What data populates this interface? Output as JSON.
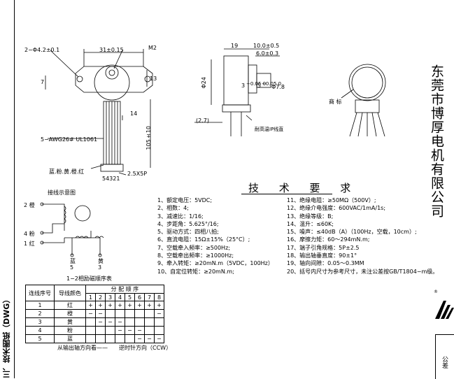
{
  "side_title": "三、技术图纸（DWG）",
  "company": "东莞市博厚电机有限公司",
  "footer_box": "公差",
  "dims": {
    "hole": "2−Φ4.2±0.1",
    "width": "31±0.15",
    "m2": "M2",
    "seven": "7",
    "thirteen": "13",
    "fourteen": "14",
    "wire": "5−AWG26# UL1061",
    "len": "105±10",
    "colors": "蓝.粉.黄.橙.红",
    "pitch": "2.5X5P",
    "pins": "54321",
    "d19": "19",
    "d10": "10.0±0.5",
    "d6": "6.0±0.3",
    "d24": "Φ24",
    "d27": "(2.7)",
    "d78": "Φ7.8",
    "d3": "3",
    "d3tol": "−0.05 0",
    "d5": "5",
    "d5tol": "−0.05 0",
    "fit": "耐高温IP线直",
    "label": "商 标"
  },
  "wiring": {
    "title": "接线示意图",
    "n2": "2 橙",
    "n4": "4 粉",
    "n1": "1 红",
    "blue": "蓝",
    "blue_n": "5",
    "yellow": "黄",
    "yellow_n": "3"
  },
  "requirements": {
    "title": "技 术 要 求",
    "left": [
      "1、额定电压：5VDC;",
      "2、相数：4;",
      "3、减速比：1/16;",
      "4、步距角：5.625°/16;",
      "5、驱动方式：四相八拍;",
      "6、直流电阻：15Ω±15%（25°C）;",
      "7、空载牵入频率：≥500Hz;",
      "8、空载牵出频率：≥1000Hz;",
      "9、牵入转矩：≥20mN.m（5VDC，100Hz）",
      "10、自定位转矩：≥20mN.m;"
    ],
    "right": [
      "11、绝缘电阻：≥50MΩ（500V）;",
      "12、绝缘介电强度：600VAC/1mA/1s;",
      "13、绝缘等级：B;",
      "14、温升：≤60K;",
      "15、噪声：≤40dB（A）（100Hz，空载，10cm）;",
      "16、摩擦力矩：60～294mN.m;",
      "17、端子引角规格：5P±2.5",
      "18、输出轴垂直度：90±1°",
      "19、轴向间隙：0.05～0.3MM",
      "20、括号内尺寸为参考尺寸，未注公差按GB/T1804−m级。"
    ]
  },
  "table": {
    "caption": "1−2相励磁顺序表",
    "col_no": "连线序号",
    "col_color": "导线颜色",
    "col_seq": "分 配 顺 序",
    "steps": [
      "1",
      "2",
      "3",
      "4",
      "5",
      "6",
      "7",
      "8"
    ],
    "rows": [
      {
        "no": "1",
        "color": "红",
        "cells": [
          "+",
          "+",
          "+",
          "+",
          "+",
          "+",
          "+",
          "+"
        ]
      },
      {
        "no": "2",
        "color": "橙",
        "cells": [
          "−",
          "−",
          "",
          "",
          "",
          "",
          "",
          "−"
        ]
      },
      {
        "no": "3",
        "color": "黄",
        "cells": [
          "",
          "−",
          "−",
          "−",
          "",
          "",
          "",
          ""
        ]
      },
      {
        "no": "4",
        "color": "粉",
        "cells": [
          "",
          "",
          "",
          "−",
          "−",
          "−",
          "",
          ""
        ]
      },
      {
        "no": "5",
        "color": "蓝",
        "cells": [
          "",
          "",
          "",
          "",
          "",
          "−",
          "−",
          "−"
        ]
      }
    ],
    "foot": "从输出轴方向看——　　逆时针方向（CCW）"
  }
}
